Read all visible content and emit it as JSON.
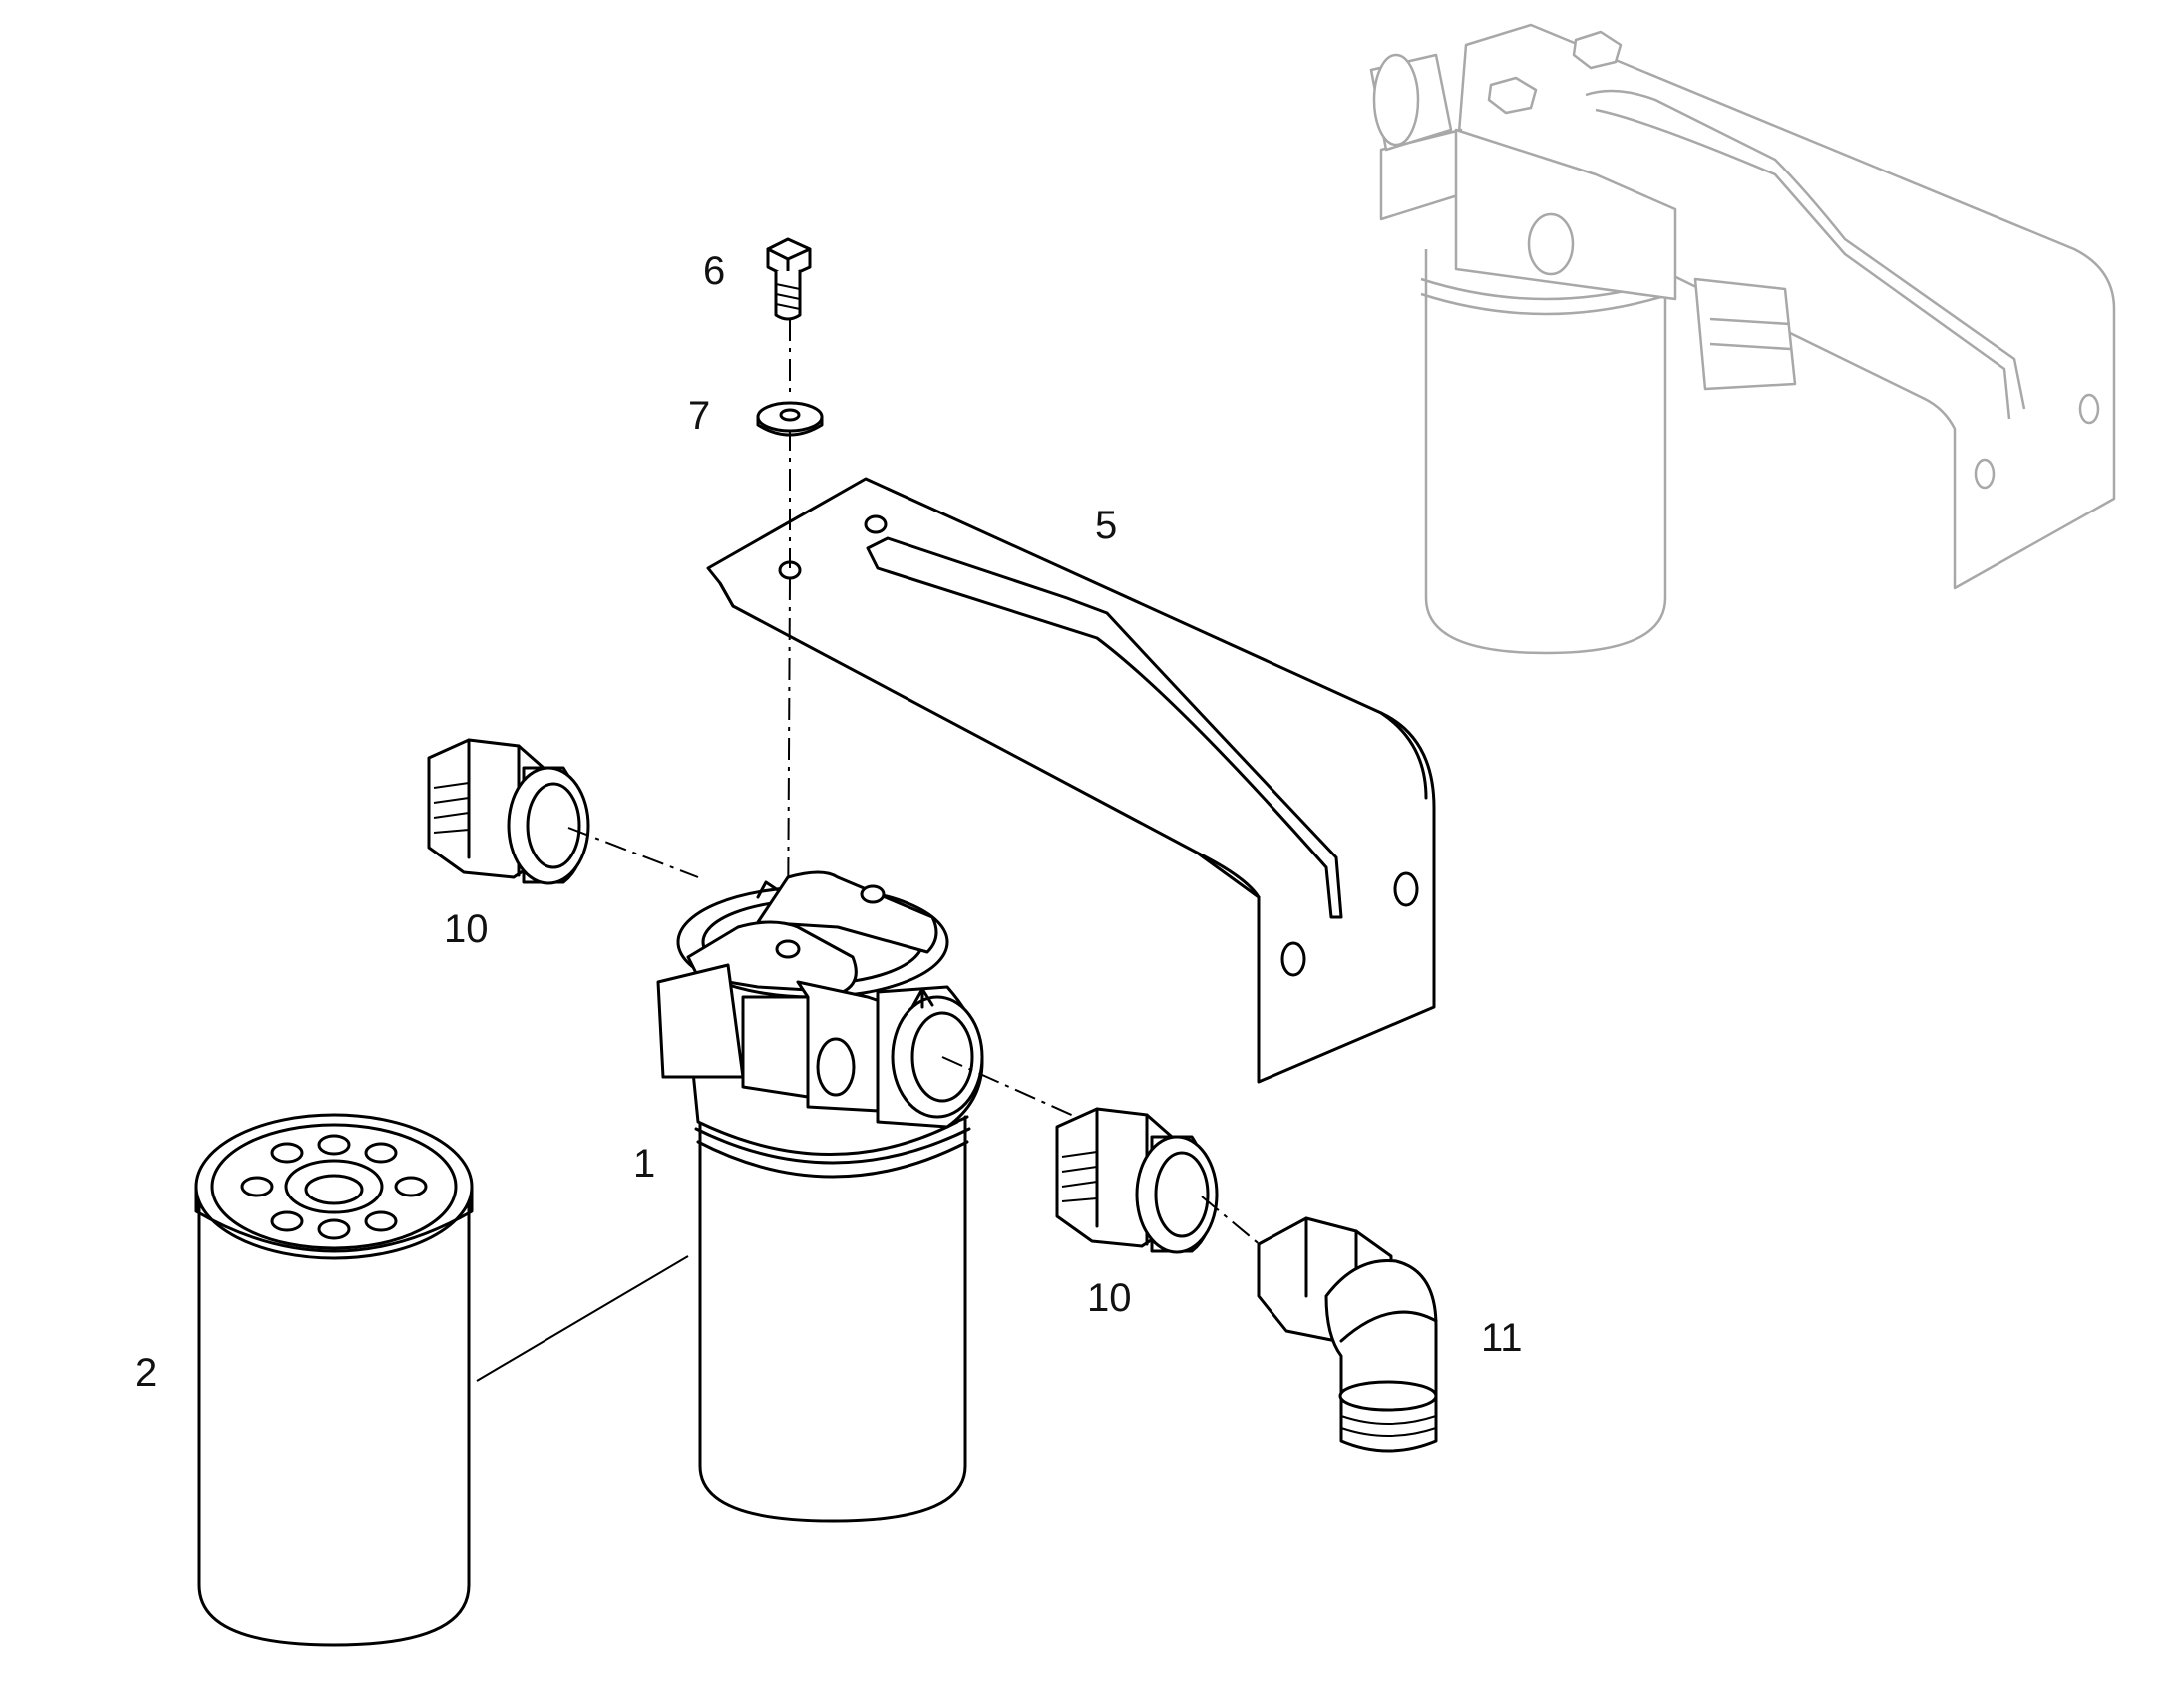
{
  "callouts": {
    "c1": "1",
    "c2": "2",
    "c5": "5",
    "c6": "6",
    "c7": "7",
    "c10a": "10",
    "c10b": "10",
    "c11": "11"
  }
}
